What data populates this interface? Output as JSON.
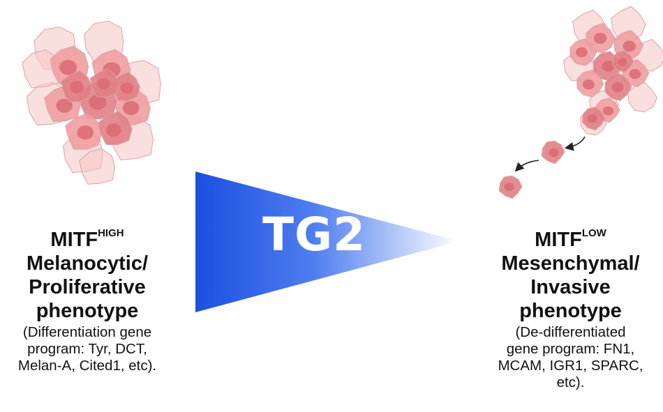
{
  "colors": {
    "cell_light": "#f6c4c4",
    "cell_mid": "#ee9ea1",
    "cell_dark": "#e07f85",
    "nucleus": "#d96a73",
    "outline": "#dca1a3",
    "wedge_start": "#1b4fe0",
    "wedge_end": "#ffffff",
    "text": "#111111"
  },
  "left": {
    "marker": "MITF",
    "marker_sup": "HIGH",
    "phenotype_lines": [
      "Melanocytic/",
      "Proliferative",
      "phenotype"
    ],
    "gene_lines": [
      "(Differentiation gene",
      "program: Tyr, DCT,",
      "Melan-A, Cited1, etc)."
    ]
  },
  "center": {
    "label": "TG2"
  },
  "right": {
    "marker": "MITF",
    "marker_sup": "LOW",
    "phenotype_lines": [
      "Mesenchymal/",
      "Invasive",
      "phenotype"
    ],
    "gene_lines": [
      "(De-differentiated",
      "gene program: FN1,",
      "MCAM, IGR1, SPARC,",
      "etc)."
    ]
  }
}
